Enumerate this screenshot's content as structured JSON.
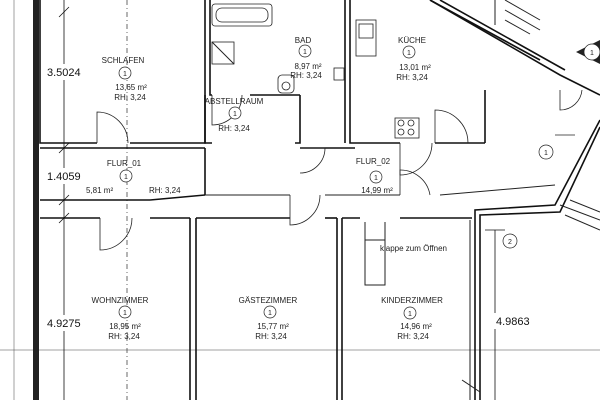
{
  "rooms": [
    {
      "name": "SCHLAFEN",
      "mark": "1",
      "area": "13,65 m²",
      "height": "RH: 3,24"
    },
    {
      "name": "BAD",
      "mark": "1",
      "area": "8,97 m²",
      "height": "RH: 3,24"
    },
    {
      "name": "KÜCHE",
      "mark": "1",
      "area": "13,01 m²",
      "height": "RH: 3,24"
    },
    {
      "name": "ABSTELLRAUM",
      "mark": "1",
      "area": "RH: 3,24",
      "height": ""
    },
    {
      "name": "FLUR_01",
      "mark": "1",
      "area": "5,81 m²",
      "height": "RH: 3,24"
    },
    {
      "name": "FLUR_02",
      "mark": "1",
      "area": "14,99 m²",
      "height": ""
    },
    {
      "name": "WOHNZIMMER",
      "mark": "1",
      "area": "18,95 m²",
      "height": "RH: 3,24"
    },
    {
      "name": "GÄSTEZIMMER",
      "mark": "1",
      "area": "15,77 m²",
      "height": "RH: 3,24"
    },
    {
      "name": "KINDERZIMMER",
      "mark": "1",
      "area": "14,96 m²",
      "height": "RH: 3,24"
    }
  ],
  "dimensions": [
    "3.5024",
    "1.4059",
    "4.9275",
    "4.9863"
  ],
  "note": "klappe zum Öffnen",
  "markers": [
    "1",
    "2",
    "1"
  ]
}
